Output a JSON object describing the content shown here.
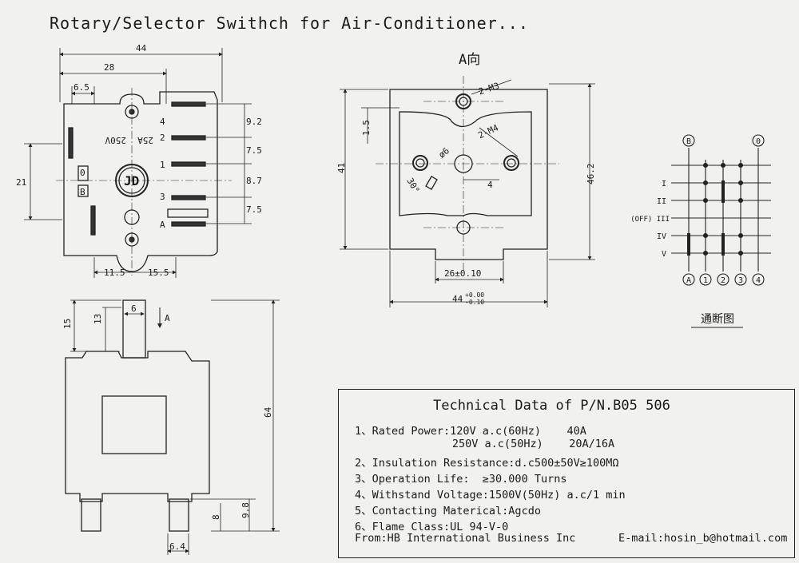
{
  "page_title": "Rotary/Selector Swithch for Air-Conditioner...",
  "top_view": {
    "dims": {
      "overall_width": "44",
      "center_width": "28",
      "left_offset": "6.5",
      "height": "21",
      "spacing_1": "9.2",
      "spacing_2": "7.5",
      "spacing_3": "8.7",
      "spacing_4": "7.5",
      "bottom_left": "11.5",
      "bottom_right": "15.5"
    },
    "body_text": {
      "current": "25A",
      "voltage": "250V",
      "logo": "JD",
      "term_1": "1",
      "term_2": "2",
      "term_3": "3",
      "term_4": "4",
      "term_a": "A",
      "term_b": "B",
      "term_0": "0"
    }
  },
  "a_view": {
    "label": "A向",
    "dims": {
      "width": "44",
      "width_tol_upper": "+0.00",
      "width_tol_lower": "-0.10",
      "inner_width": "26±0.10",
      "height_outer": "46.2",
      "height_inner": "41",
      "offset_small": "1.5",
      "thread_m3": "2-M3",
      "thread_m4": "2-M4",
      "diameter": "ø6",
      "angle": "30°",
      "gap": "4"
    }
  },
  "side_view": {
    "dims": {
      "total_height": "64",
      "shaft_width": "6",
      "shaft_top": "15",
      "shaft_height": "13",
      "terminal_height": "9.8",
      "terminal_short": "8",
      "terminal_width": "6.4"
    },
    "view_arrow": "A"
  },
  "diagram": {
    "caption": "通断图",
    "top_labels": [
      "B",
      "0"
    ],
    "row_labels": [
      "I",
      "II",
      "(OFF) III",
      "IV",
      "V"
    ],
    "bottom_labels": [
      "A",
      "1",
      "2",
      "3",
      "4"
    ]
  },
  "spec": {
    "title": "Technical Data of P/N.B05 506",
    "items": [
      "1、Rated Power:120V a.c(60Hz)    40A",
      "               250V a.c(50Hz)    20A/16A",
      "2、Insulation Resistance:d.c500±50V≥100MΩ",
      "3、Operation Life:  ≥30.000 Turns",
      "4、Withstand Voltage:1500V(50Hz) a.c/1 min",
      "5、Contacting Materical:Agcdo",
      "6、Flame Class:UL 94-V-0"
    ],
    "from": "From:HB International Business Inc",
    "email": "E-mail:hosin_b@hotmail.com"
  }
}
